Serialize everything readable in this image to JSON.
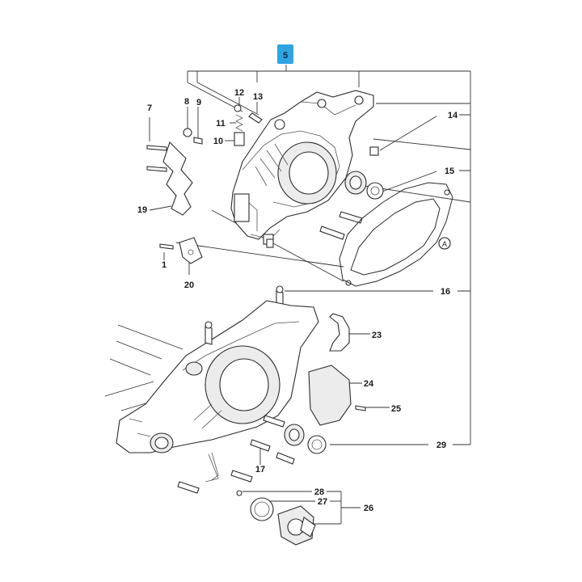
{
  "highlight": {
    "label": "5",
    "color": "#2fa4e0"
  },
  "labels": {
    "l1": "1",
    "l5": "5",
    "l7": "7",
    "l8": "8",
    "l9": "9",
    "l10": "10",
    "l11": "11",
    "l12": "12",
    "l13": "13",
    "l14": "14",
    "l15": "15",
    "l16": "16",
    "l17": "17",
    "l19": "19",
    "l20": "20",
    "l23": "23",
    "l24": "24",
    "l25": "25",
    "l26": "26",
    "l27": "27",
    "l28": "28",
    "l29": "29",
    "lA": "A"
  }
}
